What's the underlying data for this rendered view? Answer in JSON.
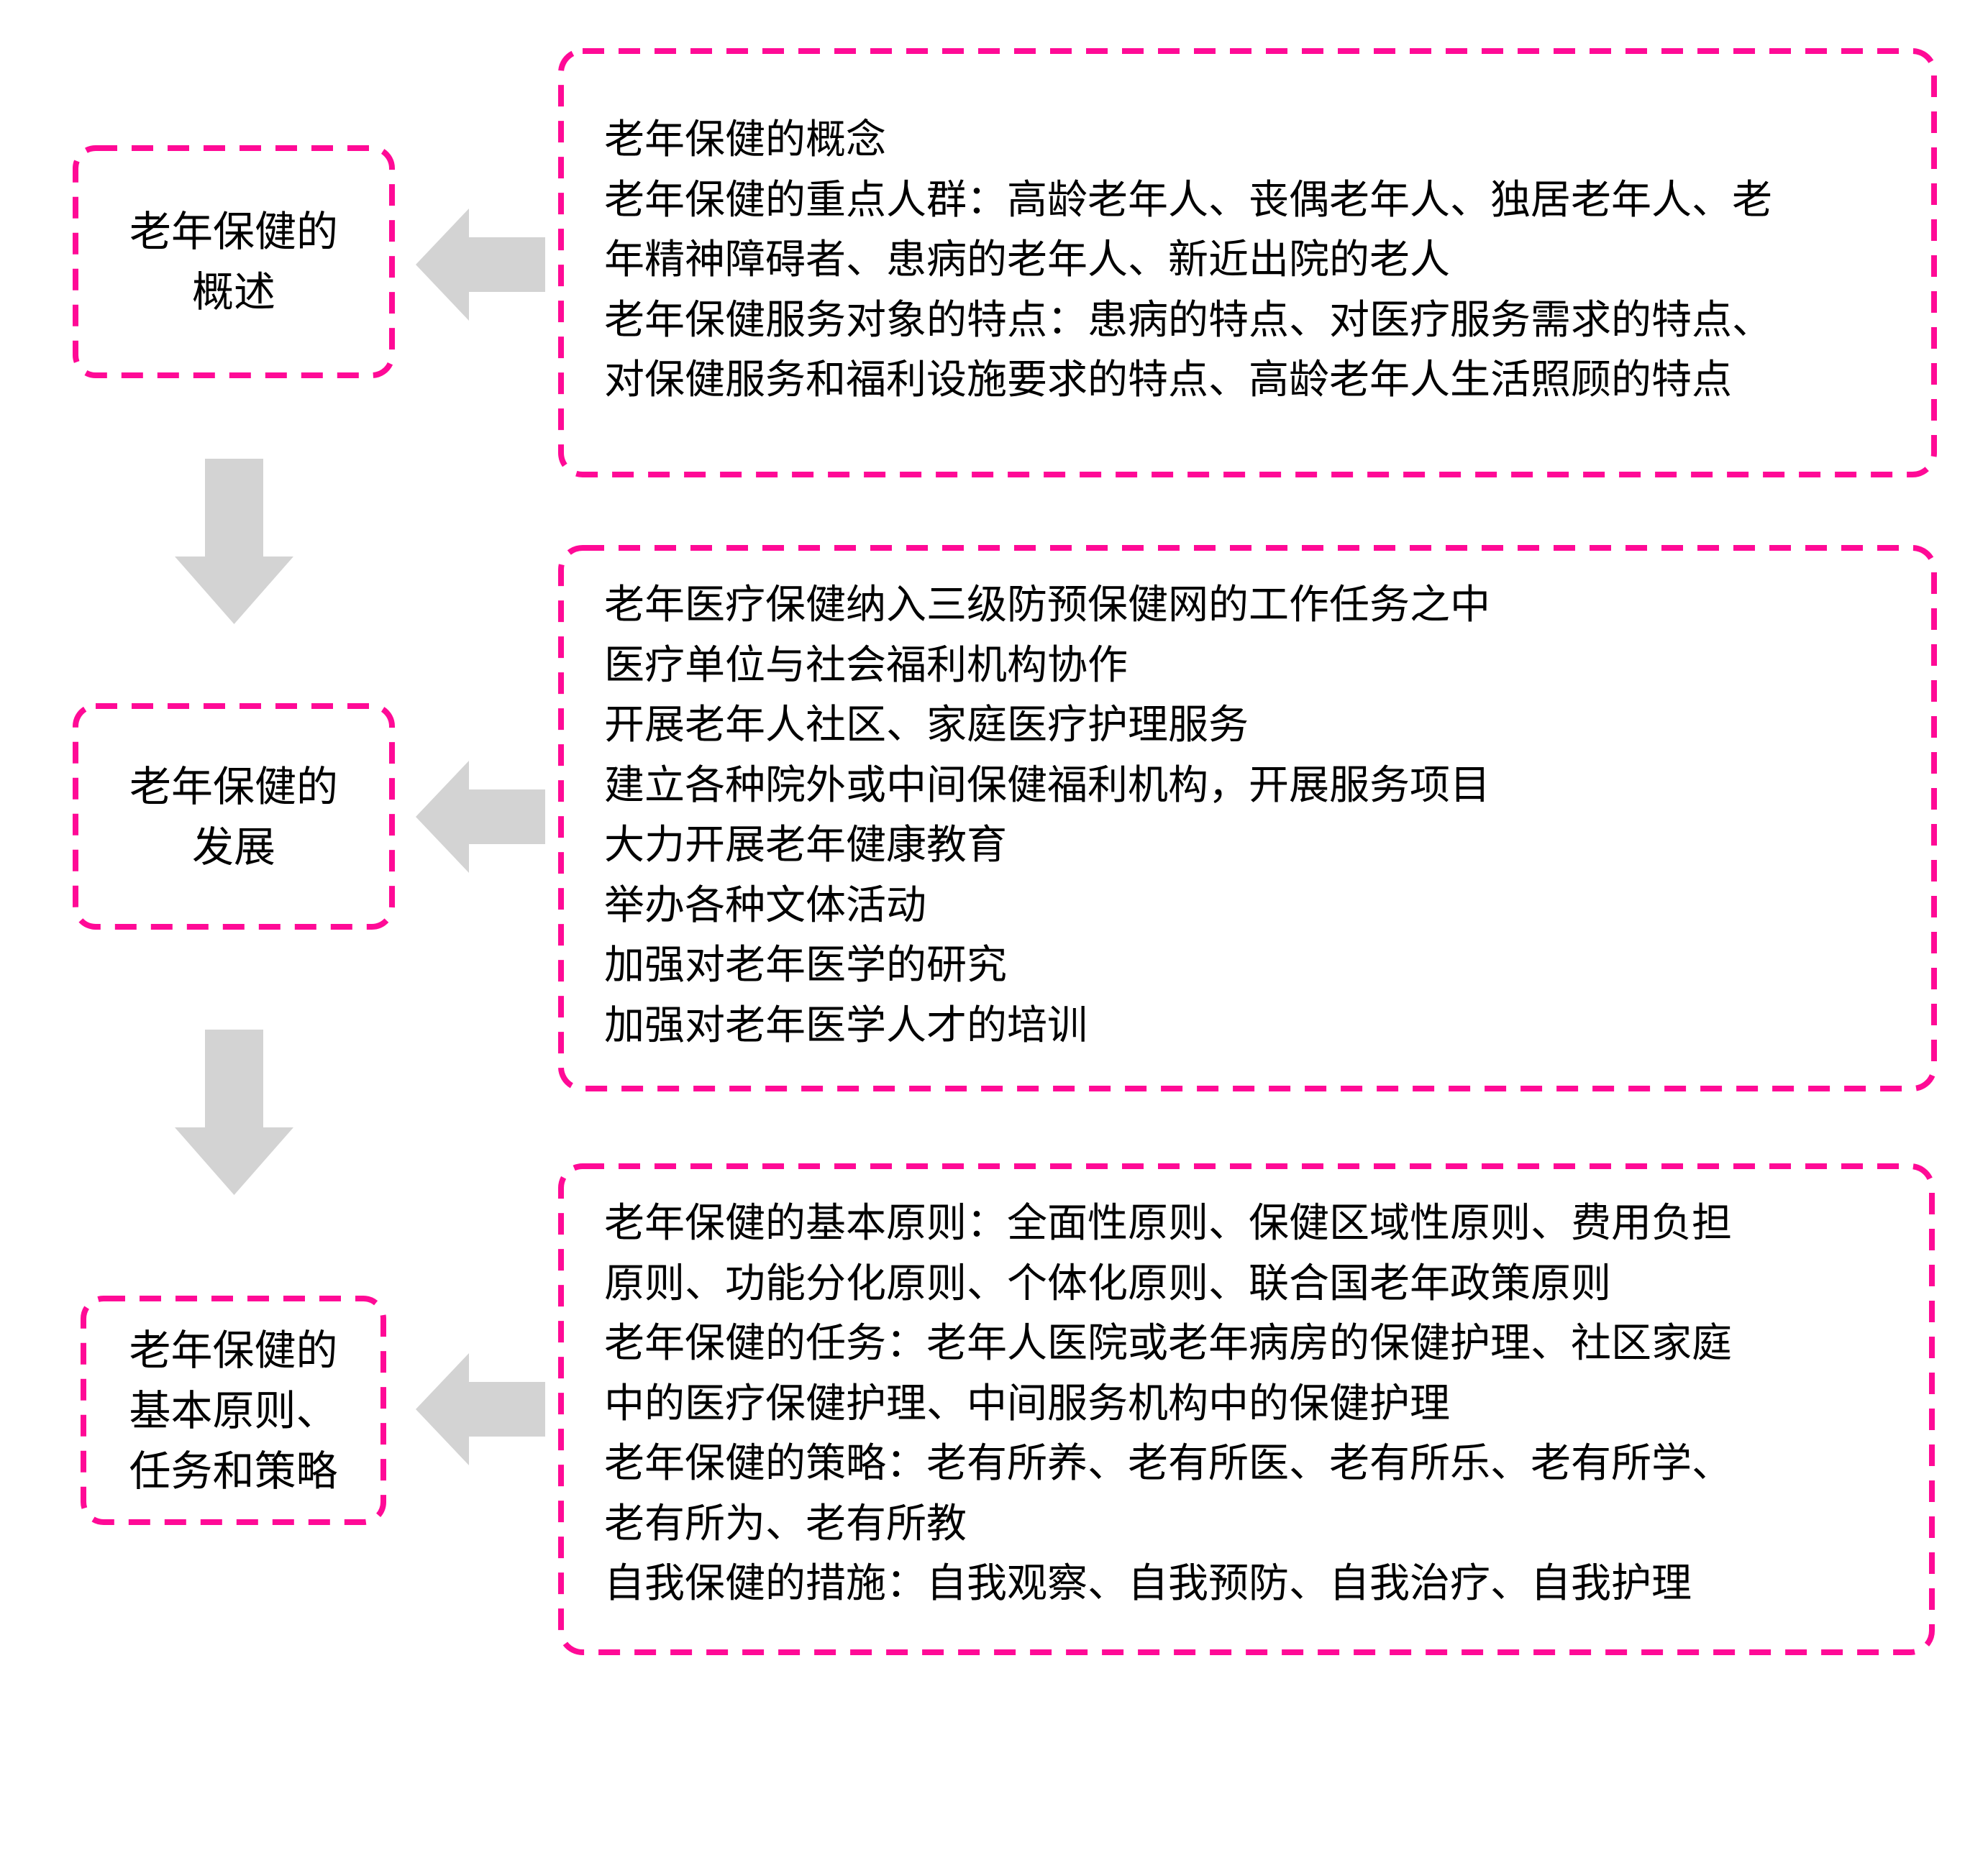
{
  "colors": {
    "border": "#ff0a96",
    "arrow": "#d3d3d3",
    "text": "#000000"
  },
  "sections": [
    {
      "title_lines": [
        "老年保健的",
        "概述"
      ],
      "details": [
        "老年保健的概念",
        "老年保健的重点人群：高龄老年人、丧偶老年人、独居老年人、老",
        "年精神障碍者、患病的老年人、新近出院的老人",
        "老年保健服务对象的特点：患病的特点、对医疗服务需求的特点、",
        "对保健服务和福利设施要求的特点、高龄老年人生活照顾的特点"
      ]
    },
    {
      "title_lines": [
        "老年保健的",
        "发展"
      ],
      "details": [
        "老年医疗保健纳入三级防预保健网的工作任务之中",
        "医疗单位与社会福利机构协作",
        "开展老年人社区、家庭医疗护理服务",
        "建立各种院外或中间保健福利机构，开展服务项目",
        "大力开展老年健康教育",
        "举办各种文体活动",
        "加强对老年医学的研究",
        "加强对老年医学人才的培训"
      ]
    },
    {
      "title_lines": [
        "老年保健的",
        "基本原则、",
        "任务和策略"
      ],
      "details": [
        "老年保健的基本原则：全面性原则、保健区域性原则、费用负担",
        "原则、功能分化原则、个体化原则、联合国老年政策原则",
        "老年保健的任务：老年人医院或老年病房的保健护理、社区家庭",
        "中的医疗保健护理、中间服务机构中的保健护理",
        "老年保健的策略：老有所养、老有所医、老有所乐、老有所学、",
        "老有所为、老有所教",
        "自我保健的措施：自我观察、自我预防、自我治疗、自我护理"
      ]
    }
  ]
}
